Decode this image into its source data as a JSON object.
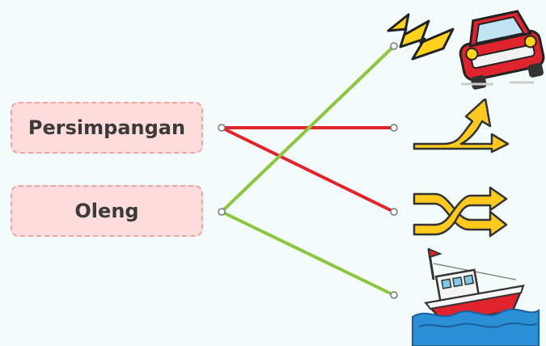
{
  "words": [
    {
      "label": "Persimpangan"
    },
    {
      "label": "Oleng"
    }
  ],
  "pictures": [
    {
      "icon": "crashed-car-icon"
    },
    {
      "icon": "fork-road-arrow-icon"
    },
    {
      "icon": "crossing-arrows-icon"
    },
    {
      "icon": "tilting-boat-icon"
    }
  ],
  "connections": [
    {
      "from": "Persimpangan",
      "to": "fork-road-arrow-icon",
      "color": "#e0262b"
    },
    {
      "from": "Persimpangan",
      "to": "crossing-arrows-icon",
      "color": "#e0262b"
    },
    {
      "from": "Oleng",
      "to": "crashed-car-icon",
      "color": "#8cc63f"
    },
    {
      "from": "Oleng",
      "to": "tilting-boat-icon",
      "color": "#8cc63f"
    }
  ],
  "colors": {
    "card_bg": "#ffdcdc",
    "card_border": "#e8a6a6",
    "red_line": "#e0262b",
    "green_line": "#8cc63f",
    "arrow_yellow": "#ffc91e",
    "background": "#f3fbfb"
  }
}
